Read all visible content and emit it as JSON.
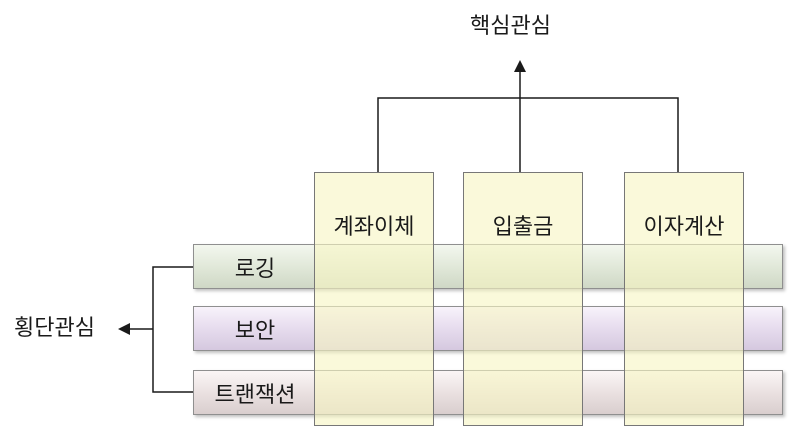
{
  "core_concern": {
    "title": "핵심관심",
    "items": [
      "계좌이체",
      "입출금",
      "이자계산"
    ]
  },
  "crosscutting_concern": {
    "title": "횡단관심",
    "items": [
      "로깅",
      "보안",
      "트랜잭션"
    ]
  },
  "colors": {
    "column_fill": "#f7f5c3",
    "logging_bar": "#e3eadb",
    "security_bar": "#e8deef",
    "transaction_bar": "#ece3e3",
    "line": "#1a1a1a"
  }
}
